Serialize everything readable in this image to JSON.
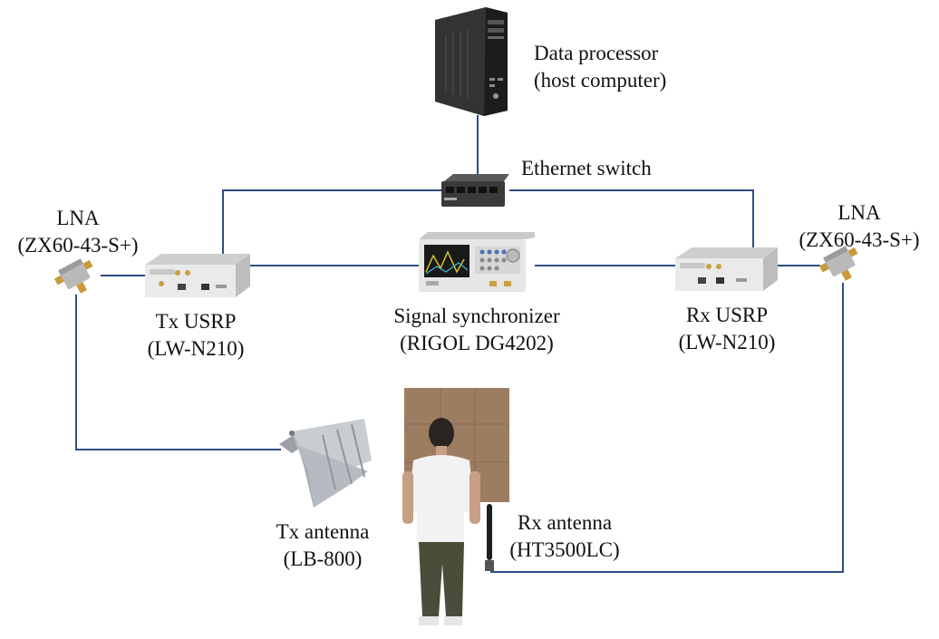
{
  "colors": {
    "cable": "#2b4f86",
    "device_body": "#dcdcdc",
    "device_front": "#eaeaea",
    "pc_case": "#2a2a2a",
    "switch_body": "#3a3a3a",
    "lna_gold": "#c99a3a",
    "lna_silver": "#b9b9b9",
    "antenna_grey": "#c8cdd2",
    "wall": "#9c7d62",
    "shirt": "#f2f2f2",
    "pants": "#4a4d3a"
  },
  "labels": {
    "data_processor": {
      "line1": "Data processor",
      "line2": "(host computer)"
    },
    "ethernet_switch": {
      "line1": "Ethernet switch"
    },
    "lna_left": {
      "line1": "LNA",
      "line2": "(ZX60-43-S+)"
    },
    "lna_right": {
      "line1": "LNA",
      "line2": "(ZX60-43-S+)"
    },
    "tx_usrp": {
      "line1": "Tx USRP",
      "line2": "(LW-N210)"
    },
    "rx_usrp": {
      "line1": "Rx USRP",
      "line2": "(LW-N210)"
    },
    "signal_sync": {
      "line1": "Signal synchronizer",
      "line2": "(RIGOL DG4202)"
    },
    "tx_antenna": {
      "line1": "Tx antenna",
      "line2": "(LB-800)"
    },
    "rx_antenna": {
      "line1": "Rx antenna",
      "line2": "(HT3500LC)"
    }
  },
  "icons": {
    "host_computer": "desktop-tower-icon",
    "switch": "ethernet-switch-icon",
    "usrp": "usrp-box-icon",
    "synchronizer": "signal-generator-icon",
    "lna": "amplifier-icon",
    "tx_antenna": "horn-antenna-icon",
    "rx_antenna": "whip-antenna-icon",
    "person": "person-standing-icon"
  }
}
